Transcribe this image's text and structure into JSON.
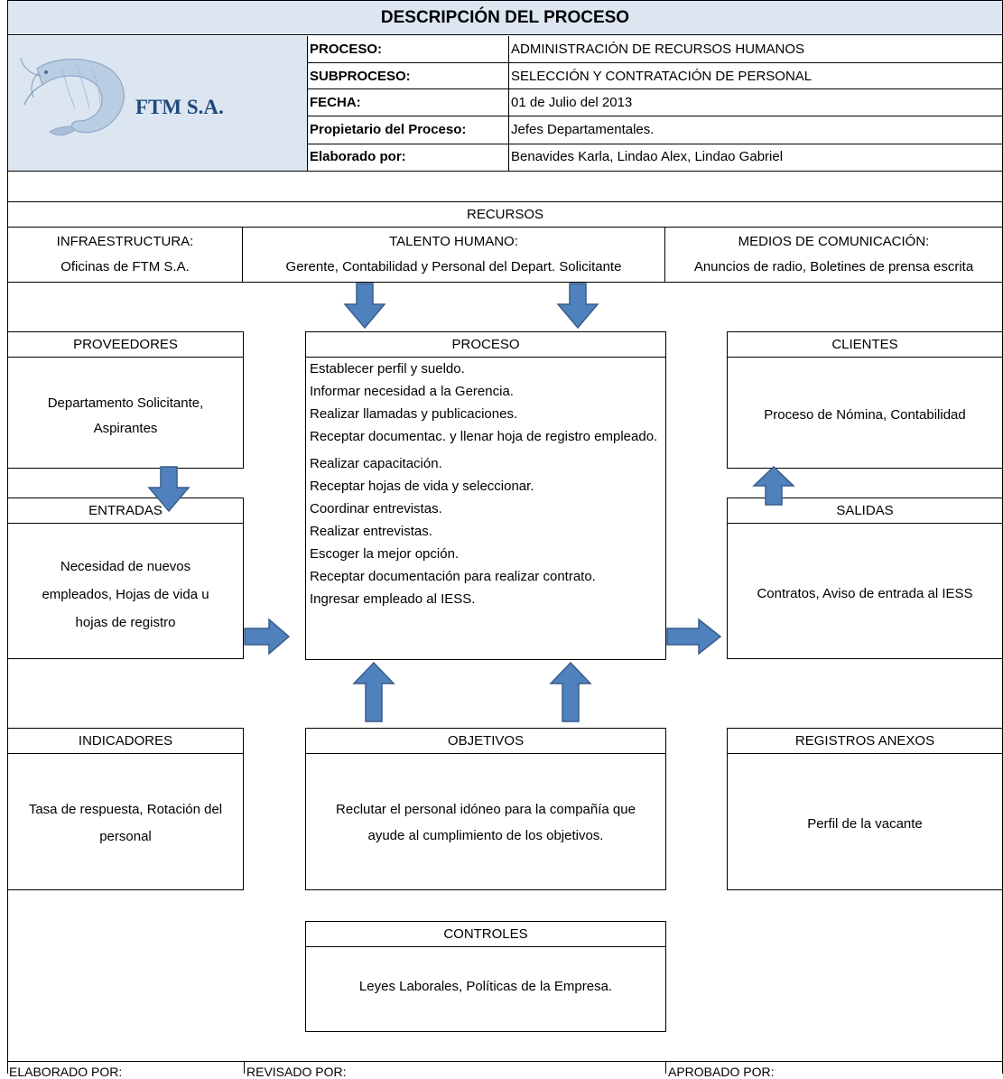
{
  "title": "DESCRIPCIÓN DEL PROCESO",
  "logo": {
    "text": "FTM S.A.",
    "image": "shrimp-logo"
  },
  "info": [
    {
      "label": "PROCESO:",
      "value": "ADMINISTRACIÓN DE RECURSOS HUMANOS"
    },
    {
      "label": "SUBPROCESO:",
      "value": "SELECCIÓN Y CONTRATACIÓN DE PERSONAL"
    },
    {
      "label": "FECHA:",
      "value": "01 de Julio del 2013"
    },
    {
      "label": "Propietario del Proceso:",
      "value": "Jefes Departamentales."
    },
    {
      "label": "Elaborado por:",
      "value": "Benavides Karla, Lindao Alex, Lindao Gabriel"
    }
  ],
  "recursos": {
    "title": "RECURSOS",
    "infraestructura": {
      "label": "INFRAESTRUCTURA:",
      "value": "Oficinas de FTM S.A."
    },
    "talento": {
      "label": "TALENTO HUMANO:",
      "value": "Gerente, Contabilidad y Personal del Depart. Solicitante"
    },
    "medios": {
      "label": "MEDIOS DE COMUNICACIÓN:",
      "value": "Anuncios de radio, Boletines de prensa escrita"
    }
  },
  "proveedores": {
    "title": "PROVEEDORES",
    "line1": "Departamento Solicitante,",
    "line2": "Aspirantes"
  },
  "entradas": {
    "title": "ENTRADAS",
    "line1": "Necesidad de nuevos",
    "line2": "empleados, Hojas de vida u",
    "line3": "hojas de registro"
  },
  "proceso": {
    "title": "PROCESO",
    "steps": [
      "Establecer perfil y sueldo.",
      "Informar necesidad a la Gerencia.",
      "Realizar llamadas y publicaciones.",
      "Receptar documentac. y llenar hoja de registro empleado.",
      "Realizar capacitación.",
      "Receptar hojas de vida y seleccionar.",
      "Coordinar entrevistas.",
      "Realizar entrevistas.",
      "Escoger la mejor opción.",
      "Receptar documentación para realizar contrato.",
      "Ingresar empleado al IESS."
    ]
  },
  "clientes": {
    "title": "CLIENTES",
    "text": "Proceso de Nómina, Contabilidad"
  },
  "salidas": {
    "title": "SALIDAS",
    "text": "Contratos, Aviso de entrada al IESS"
  },
  "indicadores": {
    "title": "INDICADORES",
    "line1": "Tasa de respuesta, Rotación del",
    "line2": "personal"
  },
  "objetivos": {
    "title": "OBJETIVOS",
    "line1": "Reclutar el personal idóneo para la compañía que",
    "line2": "ayude al cumplimiento de los objetivos."
  },
  "registros": {
    "title": "REGISTROS ANEXOS",
    "text": "Perfil de la vacante"
  },
  "controles": {
    "title": "CONTROLES",
    "text": "Leyes Laborales, Políticas de la Empresa."
  },
  "footer": {
    "elaborado": "ELABORADO POR:",
    "revisado": "REVISADO POR:",
    "aprobado": "APROBADO POR:"
  },
  "colors": {
    "title_bg": "#DCE6F1",
    "logo_bg": "#DCE6F1",
    "arrow_fill": "#4F81BD",
    "arrow_stroke": "#385D8A"
  }
}
